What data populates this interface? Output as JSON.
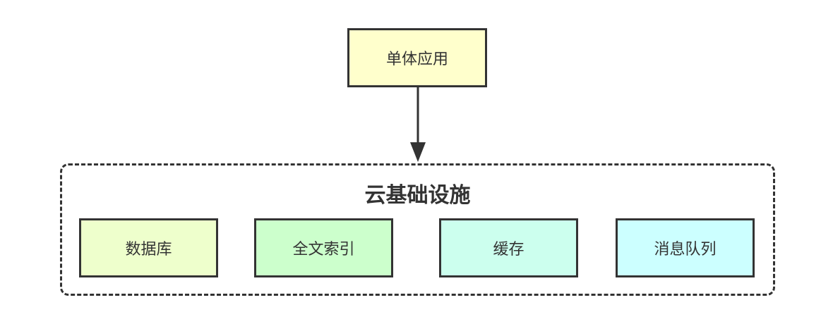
{
  "app": {
    "label": "单体应用",
    "fill": "#ffffcc"
  },
  "infrastructure": {
    "title": "云基础设施",
    "services": [
      {
        "label": "数据库",
        "fill": "#eeffcc"
      },
      {
        "label": "全文索引",
        "fill": "#ccffcc"
      },
      {
        "label": "缓存",
        "fill": "#ccffee"
      },
      {
        "label": "消息队列",
        "fill": "#ccffff"
      }
    ]
  },
  "colors": {
    "stroke": "#333333"
  }
}
